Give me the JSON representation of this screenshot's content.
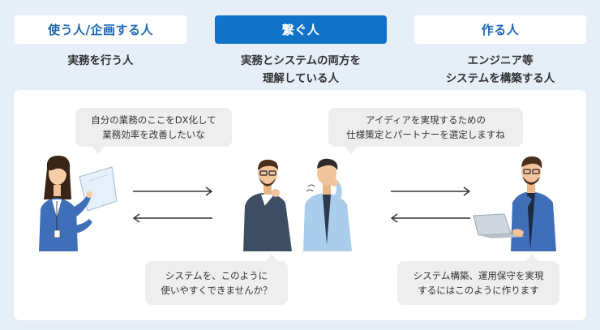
{
  "roles": [
    {
      "title": "使う人/企画する人",
      "desc": [
        "実務を行う人"
      ]
    },
    {
      "title": "繋ぐ人",
      "desc": [
        "実務とシステムの両方を",
        "理解している人"
      ]
    },
    {
      "title": "作る人",
      "desc": [
        "エンジニア等",
        "システムを構築する人"
      ]
    }
  ],
  "bubbles": {
    "user_top": [
      "自分の業務のここをDX化して",
      "業務効率を改善したいな"
    ],
    "user_bottom": [
      "システムを、このように",
      "使いやすくできませんか？"
    ],
    "dev_top": [
      "アイディアを実現するための",
      "仕様策定とパートナーを選定しますね"
    ],
    "dev_bottom": [
      "システム構築、運用保守を実現",
      "するにはこのように作ります"
    ]
  },
  "colors": {
    "background": "#e6eef8",
    "accent_blue": "#1172c9",
    "header_text_blue": "#1a66b8",
    "bubble_gray": "#eeeeee",
    "arrow": "#333333"
  }
}
